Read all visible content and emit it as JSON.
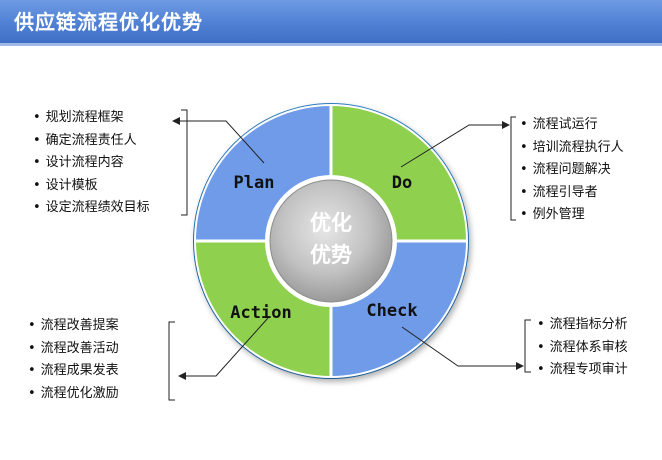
{
  "page": {
    "title": "供应链流程优化优势"
  },
  "cycle": {
    "center": {
      "line1": "优化",
      "line2": "优势"
    },
    "quadrants": {
      "plan": {
        "label": "Plan",
        "color": "#6f9be8"
      },
      "do": {
        "label": "Do",
        "color": "#8fd14f"
      },
      "check": {
        "label": "Check",
        "color": "#6f9be8"
      },
      "action": {
        "label": "Action",
        "color": "#8fd14f"
      }
    }
  },
  "lists": {
    "plan": [
      "规划流程框架",
      "确定流程责任人",
      "设计流程内容",
      "设计模板",
      "设定流程绩效目标"
    ],
    "do": [
      "流程试运行",
      "培训流程执行人",
      "流程问题解决",
      "流程引导者",
      "例外管理"
    ],
    "action": [
      "流程改善提案",
      "流程改善活动",
      "流程成果发表",
      "流程优化激励"
    ],
    "check": [
      "流程指标分析",
      "流程体系审核",
      "流程专项审计"
    ]
  },
  "colors": {
    "title_bar": "#4f80d4",
    "ring": "#1f6aa8",
    "center_disc": "#b8b8b8"
  }
}
